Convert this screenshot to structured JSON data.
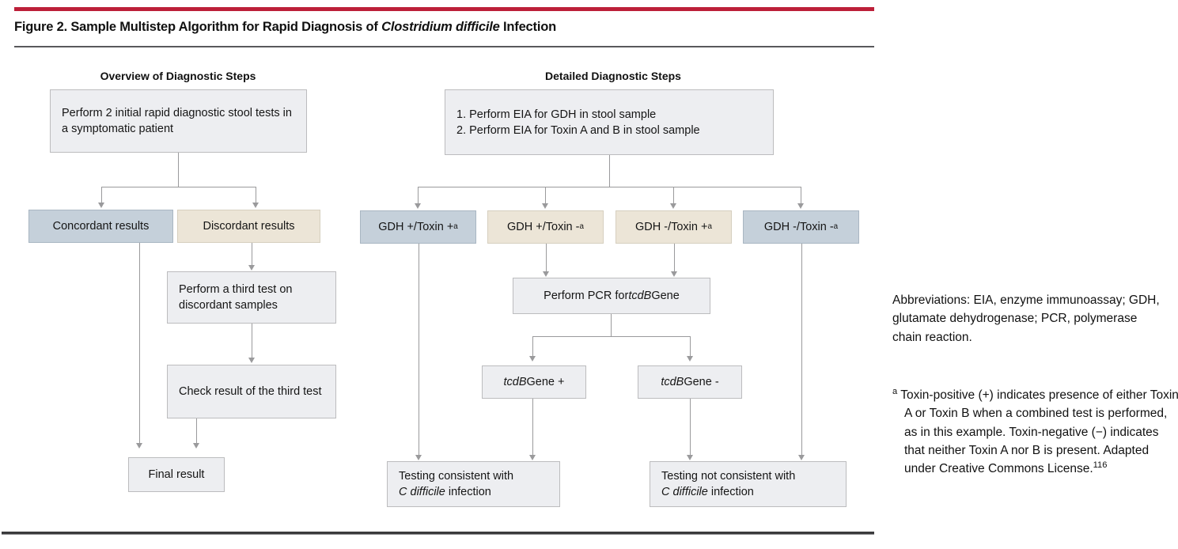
{
  "figure": {
    "label": "Figure 2.",
    "title_before": " Sample Multistep Algorithm for Rapid Diagnosis of ",
    "title_italic": "Clostridium difficile",
    "title_after": " Infection",
    "full_title": "Figure 2. Sample Multistep Algorithm for Rapid Diagnosis of Clostridium difficile Infection",
    "accent_color": "#bc1f39"
  },
  "columns": {
    "overview_heading": "Overview of Diagnostic Steps",
    "detailed_heading": "Detailed Diagnostic Steps"
  },
  "palette": {
    "neutral_box": "#edeef1",
    "blue_box": "#c5d0da",
    "beige_box": "#ece5d7",
    "connector": "#9a9a9c"
  },
  "overview": {
    "start_box": "Perform 2 initial rapid diagnostic stool tests in a symptomatic patient",
    "concordant": "Concordant results",
    "discordant": "Discordant results",
    "third_test": "Perform a third test on discordant samples",
    "check_result": "Check result of the third test",
    "final_result": "Final result"
  },
  "detailed": {
    "steps_line1": "1. Perform EIA for GDH in stool sample",
    "steps_line2": "2. Perform EIA for Toxin A and B in stool sample",
    "results": [
      {
        "label": "GDH +/Toxin +",
        "footnote": "a",
        "color": "blue"
      },
      {
        "label": "GDH +/Toxin -",
        "footnote": "a",
        "color": "beige"
      },
      {
        "label": "GDH -/Toxin +",
        "footnote": "a",
        "color": "beige"
      },
      {
        "label": "GDH -/Toxin -",
        "footnote": "a",
        "color": "blue"
      }
    ],
    "pcr_before": "Perform PCR for ",
    "pcr_italic": "tcdB",
    "pcr_after": " Gene",
    "gene_positive_italic": "tcdB",
    "gene_positive_after": " Gene +",
    "gene_negative_italic": "tcdB",
    "gene_negative_after": " Gene -",
    "outcome_positive_line1": "Testing consistent with",
    "outcome_positive_italic": "C difficile",
    "outcome_positive_after": " infection",
    "outcome_negative_line1": "Testing not consistent with",
    "outcome_negative_italic": "C difficile",
    "outcome_negative_after": " infection"
  },
  "notes": {
    "abbreviations": "Abbreviations: EIA, enzyme immunoassay; GDH, glutamate dehydrogenase; PCR, polymerase chain reaction.",
    "footnote_marker": "a",
    "footnote_text": " Toxin-positive (+) indicates presence of either Toxin A or Toxin B when a combined test is performed, as in this example. Toxin-negative (−) indicates that neither Toxin A nor B is present. Adapted under Creative Commons License.",
    "footnote_reference": "116"
  }
}
